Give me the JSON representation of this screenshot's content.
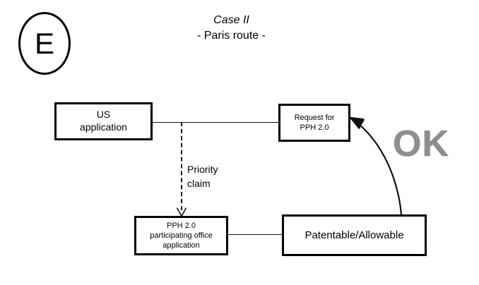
{
  "figure": {
    "marker": {
      "letter": "E",
      "shape": "oval"
    },
    "title": {
      "main": "Case II",
      "subtitle": "- Paris route -"
    },
    "nodes": [
      {
        "id": "us-application",
        "label": "US\napplication"
      },
      {
        "id": "request-pph",
        "label": "Request for\nPPH 2.0"
      },
      {
        "id": "participating-office",
        "label": "PPH 2.0\nparticipating office\napplication"
      },
      {
        "id": "patentable",
        "label": "Patentable/Allowable"
      }
    ],
    "labels": {
      "priority_claim": "Priority\nclaim",
      "ok": "OK"
    },
    "colors": {
      "ok_text": "#8e8e8e",
      "line": "#111111",
      "box_border": "#000000",
      "background": "#ffffff"
    }
  }
}
